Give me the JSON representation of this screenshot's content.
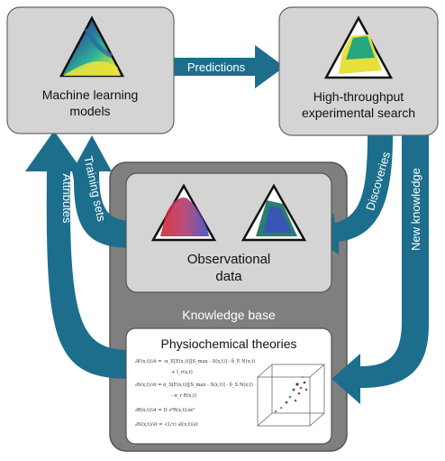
{
  "colors": {
    "arrow": "#1c6e8c",
    "box_fill": "#d4d4d4",
    "box_stroke": "#555555",
    "knowledge_base_fill": "#7f7f7f",
    "knowledge_base_text": "#ffffff",
    "text": "#111111"
  },
  "nodes": {
    "ml": {
      "line1": "Machine learning",
      "line2": "models"
    },
    "hte": {
      "line1": "High-throughput",
      "line2": "experimental search"
    },
    "obs": {
      "line1": "Observational",
      "line2": "data"
    },
    "kb": {
      "label": "Knowledge base"
    },
    "theory": {
      "title": "Physiochemical theories",
      "equations": [
        "∂E(x,t)/∂t = -α_E[E(x,t)][S_max - S(x,t)] - δ_E N(x,t)",
        "+ I_r(x,t)",
        "∂S(x,t)/∂t = α_S[E(x,t)][S_max - S(x,t)] - δ_S N(x,t)",
        "- α_r R(x,t)",
        "∂R(x,t)/∂t = D ∂²R(x,t)/∂x²",
        "∂N(x,t)/∂t = -(1/τ) ∂I(x,t)/∂t"
      ]
    }
  },
  "edges": {
    "predictions": "Predictions",
    "discoveries": "Discoveries",
    "new_knowledge": "New knowledge",
    "training_sets": "Training sets",
    "attributes": "Attributes"
  },
  "icons": [
    "ternary-heatmap-icon",
    "ternary-region-icon",
    "ternary-scatter-icon",
    "3d-scatter-cube-icon"
  ]
}
